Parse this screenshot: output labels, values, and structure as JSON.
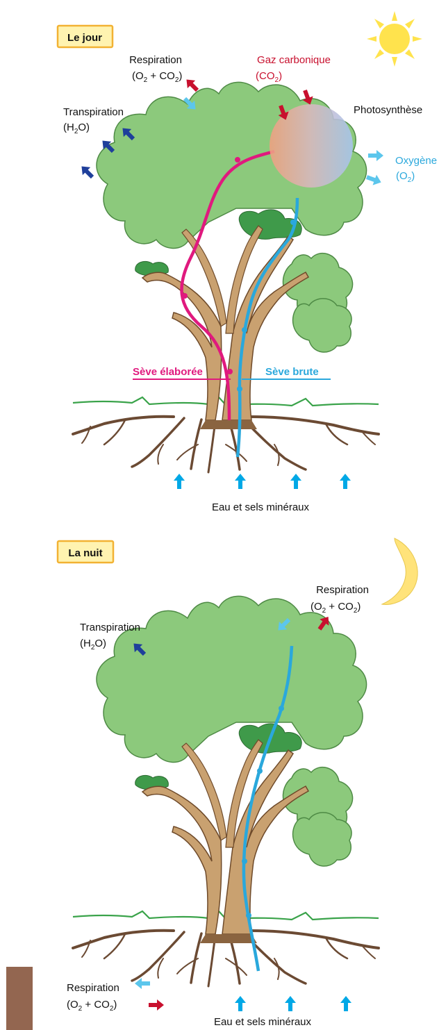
{
  "colors": {
    "foliage": "#8cc97c",
    "foliage_stroke": "#4e8a45",
    "foliage_dark": "#3f9a4a",
    "trunk": "#c9a170",
    "trunk_stroke": "#6e4a2a",
    "root": "#6b4a33",
    "grass": "#3aa34a",
    "sap_elaboree": "#e0197e",
    "sap_brute": "#2aa8dc",
    "arrow_co2": "#c8102e",
    "arrow_o2": "#5cc6ec",
    "arrow_h2o": "#1f3f9b",
    "arrow_water": "#00a8e6",
    "badge_fill": "#fff3b0",
    "badge_stroke": "#f2b233",
    "sun": "#ffe34d",
    "moon": "#ffe37a",
    "brown_block": "#936650"
  },
  "day": {
    "badge": "Le jour",
    "sun_icon": "sun-icon",
    "respiration": {
      "title": "Respiration",
      "o": "(O",
      "o_sub": "2",
      "plus": " + CO",
      "c_sub": "2",
      "close": ")"
    },
    "gaz": {
      "title": "Gaz carbonique",
      "open": "(CO",
      "sub": "2",
      "close": ")"
    },
    "transpiration": {
      "title": "Transpiration",
      "open": "(H",
      "sub": "2",
      "close": "O)"
    },
    "photosynthese": "Photosynthèse",
    "oxygene": {
      "title": "Oxygène",
      "open": "(O",
      "sub": "2",
      "close": ")"
    },
    "seve_elaboree": "Sève élaborée",
    "seve_brute": "Sève brute",
    "eau": "Eau et sels minéraux"
  },
  "night": {
    "badge": "La nuit",
    "moon_icon": "moon-icon",
    "respiration": {
      "title": "Respiration",
      "o": "(O",
      "o_sub": "2",
      "plus": " + CO",
      "c_sub": "2",
      "close": ")"
    },
    "transpiration": {
      "title": "Transpiration",
      "open": "(H",
      "sub": "2",
      "close": "O)"
    },
    "root_respiration": {
      "title": "Respiration",
      "o": "(O",
      "o_sub": "2",
      "plus": " + CO",
      "c_sub": "2",
      "close": ")"
    },
    "eau": "Eau et sels minéraux"
  }
}
